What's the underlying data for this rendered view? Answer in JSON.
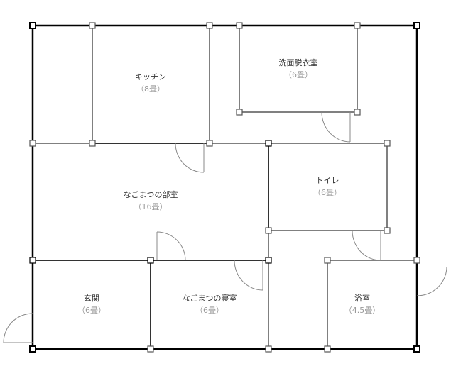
{
  "rooms": [
    {
      "name": "キッチン",
      "size": "（8畳）"
    },
    {
      "name": "洗面脱衣室",
      "size": "（6畳）"
    },
    {
      "name": "トイレ",
      "size": "（6畳）"
    },
    {
      "name": "なごまつの部室",
      "size": "（16畳）"
    },
    {
      "name": "玄関",
      "size": "（6畳）"
    },
    {
      "name": "なごまつの寝室",
      "size": "（6畳）"
    },
    {
      "name": "浴室",
      "size": "（4.5畳）"
    }
  ]
}
